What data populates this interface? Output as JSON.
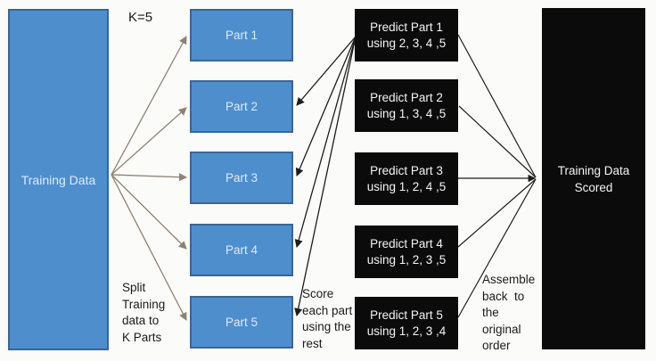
{
  "diagram": {
    "k_label": "K=5",
    "training_box": {
      "label": "Training Data"
    },
    "parts": [
      {
        "label": "Part 1"
      },
      {
        "label": "Part 2"
      },
      {
        "label": "Part 3"
      },
      {
        "label": "Part 4"
      },
      {
        "label": "Part 5"
      }
    ],
    "predictions": [
      {
        "text": "Predict Part 1\nusing 2, 3, 4 ,5"
      },
      {
        "text": "Predict Part 2\nusing 1, 3, 4 ,5"
      },
      {
        "text": "Predict Part 3\nusing 1, 2, 4 ,5"
      },
      {
        "text": "Predict Part 4\nusing 1, 2, 3 ,5"
      },
      {
        "text": "Predict Part 5\nusing 1, 2, 3 ,4"
      }
    ],
    "result_box": {
      "label": "Training Data\nScored"
    },
    "annotations": {
      "split": "Split\nTraining\ndata to\nK Parts",
      "score": "Score\neach part\nusing the\nrest",
      "assemble": "Assemble\nback  to\nthe\noriginal\norder"
    },
    "colors": {
      "background": "#fbfbf9",
      "box_blue": "#4e8ecd",
      "box_blue_border": "#3a6693",
      "box_blue_text": "#dfeaf7",
      "box_black": "#0b0b0b",
      "box_black_text": "#f5f5f5",
      "arrow_tan": "#8d8174",
      "arrow_black": "#1d1d1d",
      "text_dark": "#1a1a1a"
    }
  }
}
